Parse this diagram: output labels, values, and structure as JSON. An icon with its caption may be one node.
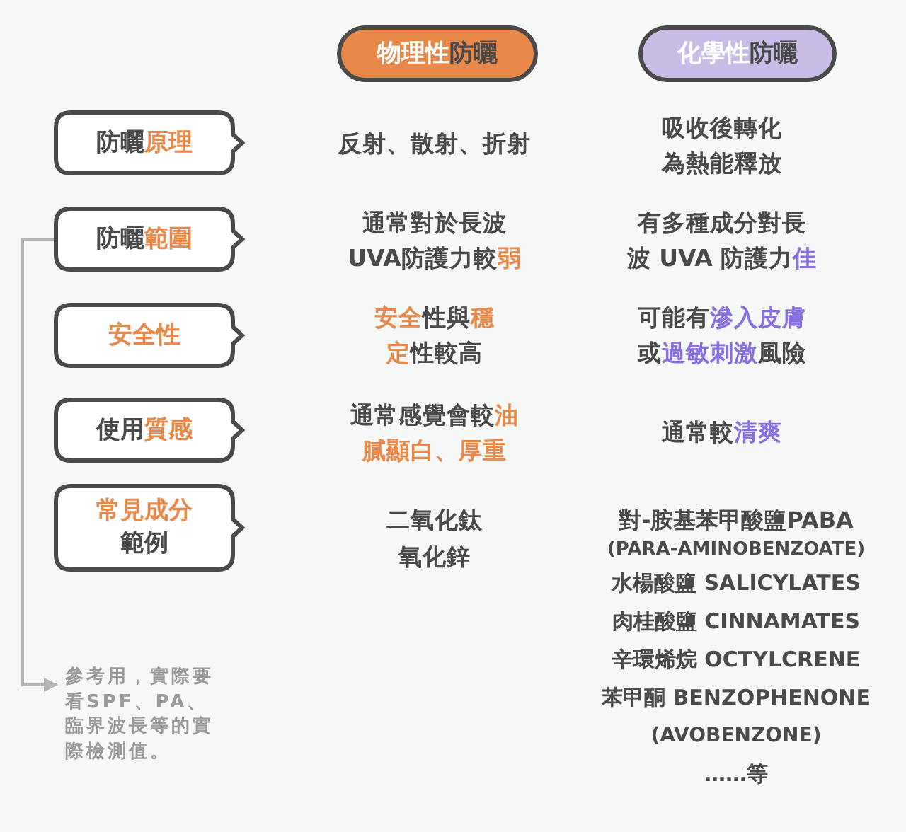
{
  "diagram": {
    "nodes": [
      {
        "text": [
          "**物理性**防曬"
        ]
      },
      {
        "text": [
          "**化學性**防曬"
        ]
      },
      {
        "text": [
          "防曬**原理**"
        ]
      },
      {
        "text": [
          "防曬**範圍**"
        ]
      },
      {
        "text": [
          "**安全性**"
        ]
      },
      {
        "text": [
          "使用**質感**"
        ]
      },
      {
        "text": [
          "**常見成分**範例"
        ]
      },
      {
        "text": [
          "參考用，實際要看SPF、PA、臨界波長等的實際檢測值。"
        ]
      }
    ],
    "edges": [
      {
        "from": 3,
        "to": 7,
        "arrow": "to",
        "color": "#b5b5b5"
      }
    ],
    "labels": [
      "反射、散射、折射",
      "吸收後轉化為熱能釋放",
      "通常對於長波 UVA防護力較**弱**",
      "有多種成分對長波 UVA 防護力**佳**",
      "**安全**性與**穩定**性較高",
      "可能有**滲入皮膚**或**過敏刺激**風險",
      "通常感覺會較**油膩顯白、厚重**",
      "通常較**清爽**",
      "二氧化鈦",
      "氧化鋅",
      "對-胺基苯甲酸鹽PABA",
      "(PARA-AMINOBENZOATE)",
      "水楊酸鹽 SALICYLATES",
      "肉桂酸鹽 CINNAMATES",
      "辛環烯烷 OCTYLCRENE",
      "苯甲酮 BENZOPHENONE",
      "(AVOBENZONE)",
      "……等"
    ]
  }
}
